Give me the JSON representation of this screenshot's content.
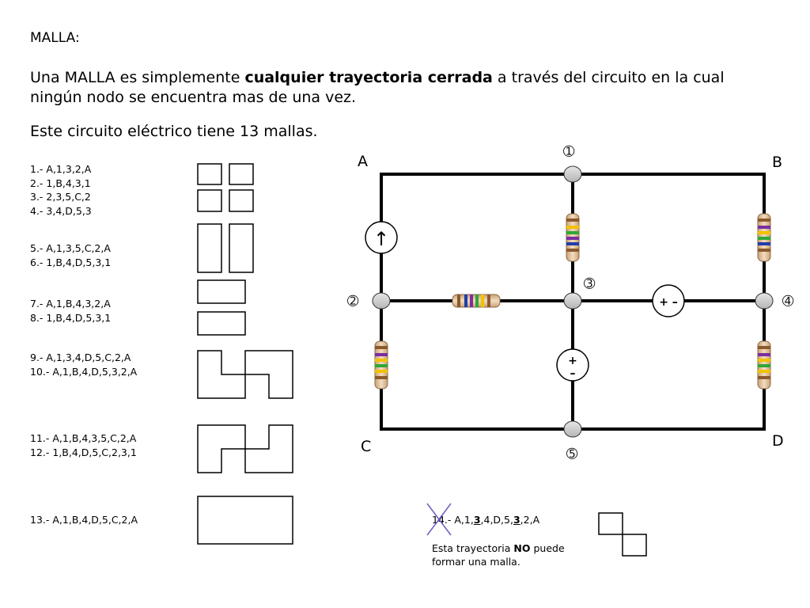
{
  "title": "MALLA:",
  "intro": {
    "prefix": "Una MALLA es simplemente ",
    "bold": "cualquier trayectoria cerrada",
    "suffix": " a través del circuito en la cual ningún nodo se encuentra mas de una vez."
  },
  "mesh_count_text": "Este circuito eléctrico tiene 13 mallas.",
  "paths": [
    "1.-  A,1,3,2,A",
    "2.-  1,B,4,3,1",
    "3.-  2,3,5,C,2",
    "4.-  3,4,D,5,3",
    "5.-  A,1,3,5,C,2,A",
    "6.-  1,B,4,D,5,3,1",
    "7.-  A,1,B,4,3,2,A",
    "8.-  1,B,4,D,5,3,1",
    "9.-  A,1,3,4,D,5,C,2,A",
    "10.-  A,1,B,4,D,5,3,2,A",
    "11.-    A,1,B,4,3,5,C,2,A",
    "12.- 1,B,4,D,5,C,2,3,1",
    "13.- A,1,B,4,D,5,C,2,A"
  ],
  "invalid_path": {
    "number": "14.- ",
    "p1": "A,1,",
    "u1": "3",
    "p2": ",4,D,5,",
    "u2": "3",
    "p3": ",2,A"
  },
  "invalid_note": {
    "prefix": "Esta trayectoria ",
    "bold": "NO",
    "suffix": " puede formar una malla."
  },
  "circuit": {
    "corner_labels": {
      "A": "A",
      "B": "B",
      "C": "C",
      "D": "D"
    },
    "node_labels": {
      "n1": "➀",
      "n2": "➁",
      "n3": "➂",
      "n4": "➃",
      "n5": "➄"
    },
    "current_source_symbol": "↑",
    "voltage_source_horizontal": "+ –",
    "voltage_source_vertical_top": "+",
    "voltage_source_vertical_bottom": "–"
  }
}
